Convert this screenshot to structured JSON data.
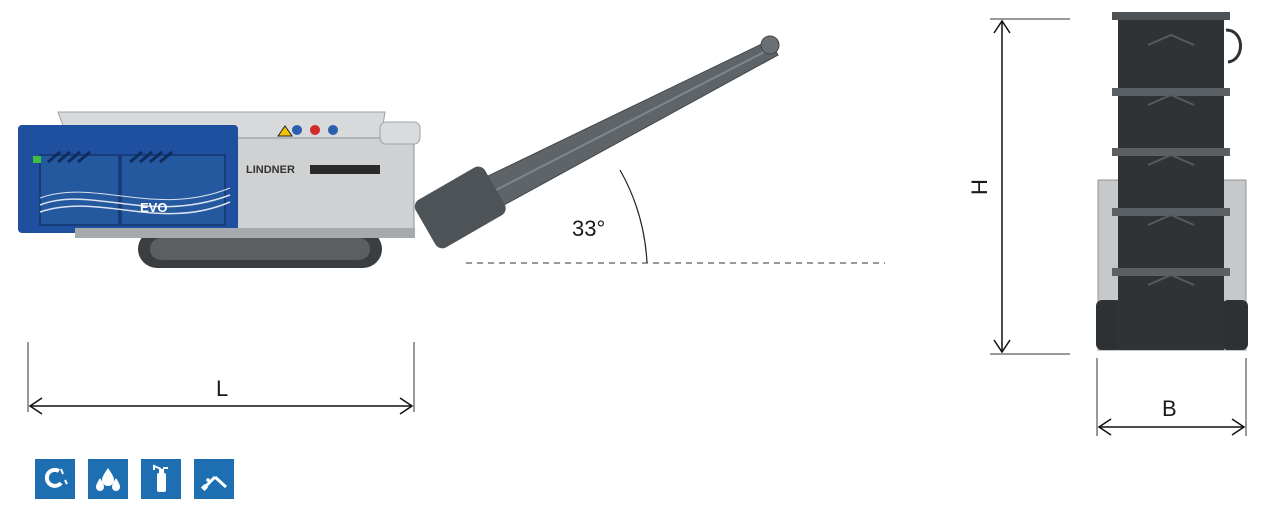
{
  "dimensions": {
    "length_label": "L",
    "height_label": "H",
    "width_label": "B",
    "angle_label": "33°"
  },
  "machine": {
    "brand": "LINDNER",
    "model_badge": "EVO"
  },
  "icons": [
    {
      "name": "magnet-icon"
    },
    {
      "name": "oil-drops-icon"
    },
    {
      "name": "fire-extinguisher-icon"
    },
    {
      "name": "grease-gun-icon"
    }
  ],
  "colors": {
    "brand_blue": "#1f4f9f",
    "icon_blue": "#1d6fb1",
    "conveyor_gray": "#5e6468",
    "body_gray": "#c9cbcc"
  }
}
